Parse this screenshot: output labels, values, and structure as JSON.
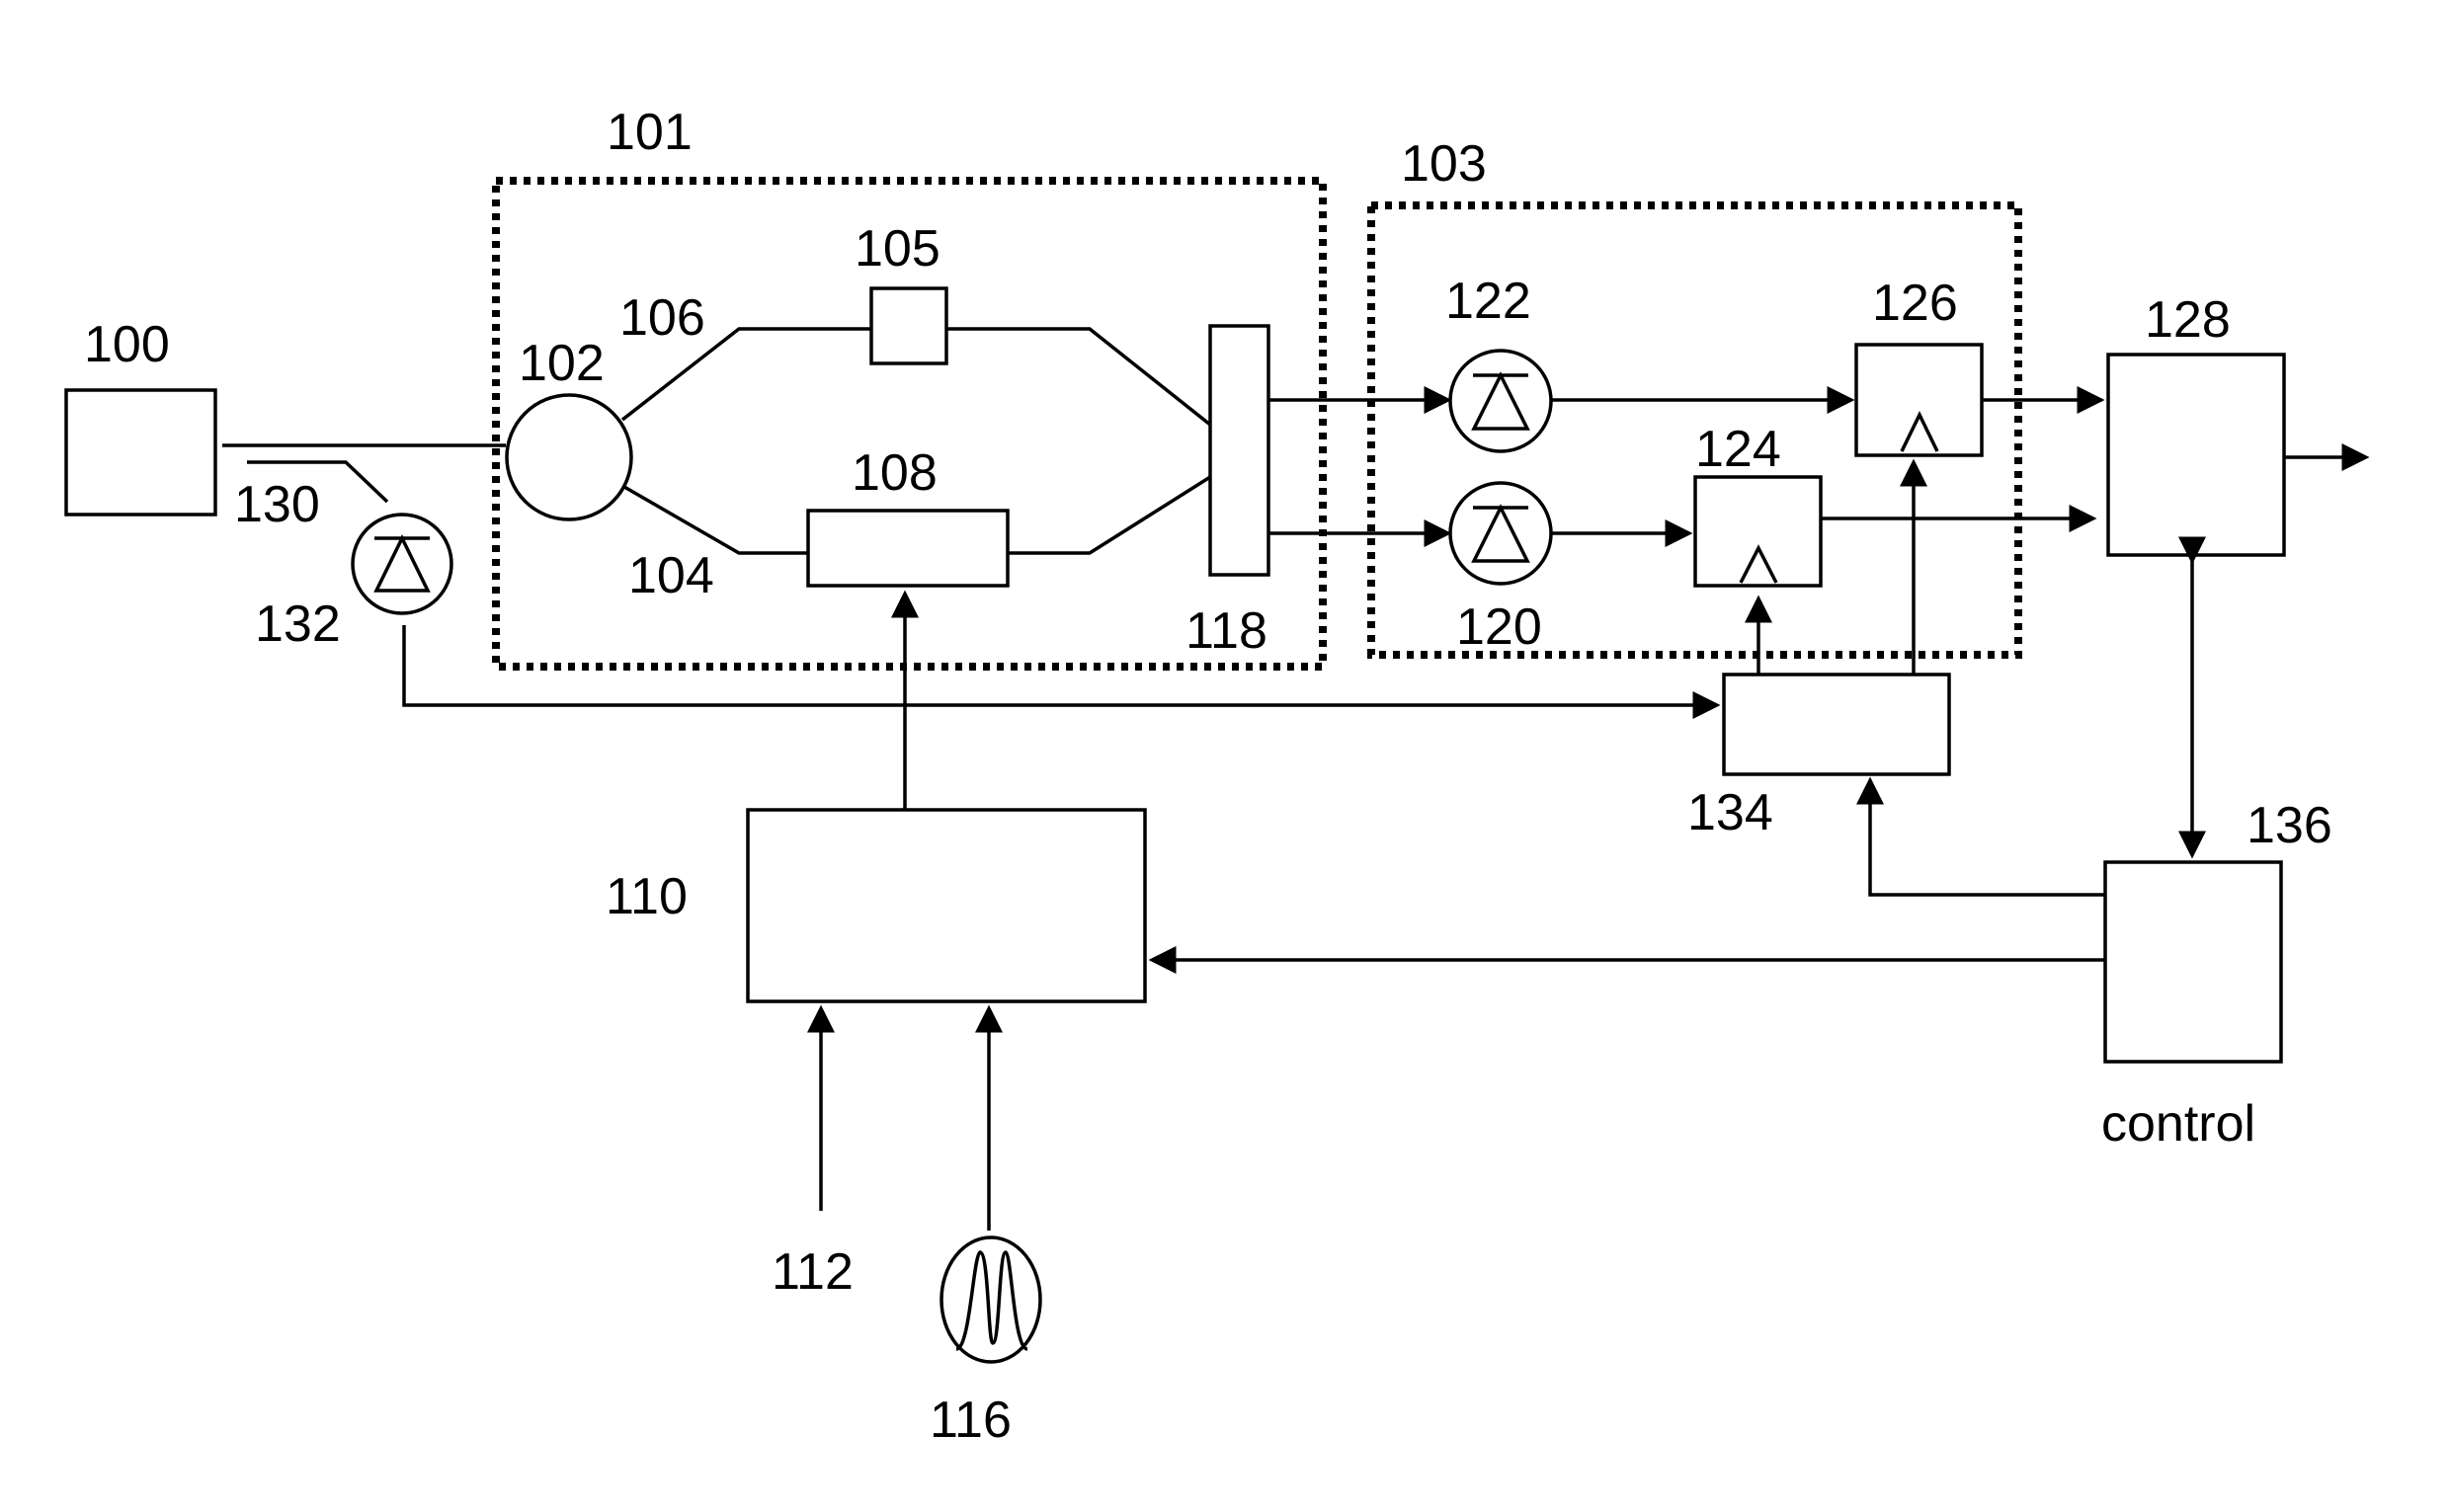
{
  "labels": {
    "l100": "100",
    "l101": "101",
    "l102": "102",
    "l103": "103",
    "l104": "104",
    "l105": "105",
    "l106": "106",
    "l108": "108",
    "l110": "110",
    "l112": "112",
    "l116": "116",
    "l118": "118",
    "l120": "120",
    "l122": "122",
    "l124": "124",
    "l126": "126",
    "l128": "128",
    "l130": "130",
    "l132": "132",
    "l134": "134",
    "l136": "136",
    "control": "control"
  }
}
